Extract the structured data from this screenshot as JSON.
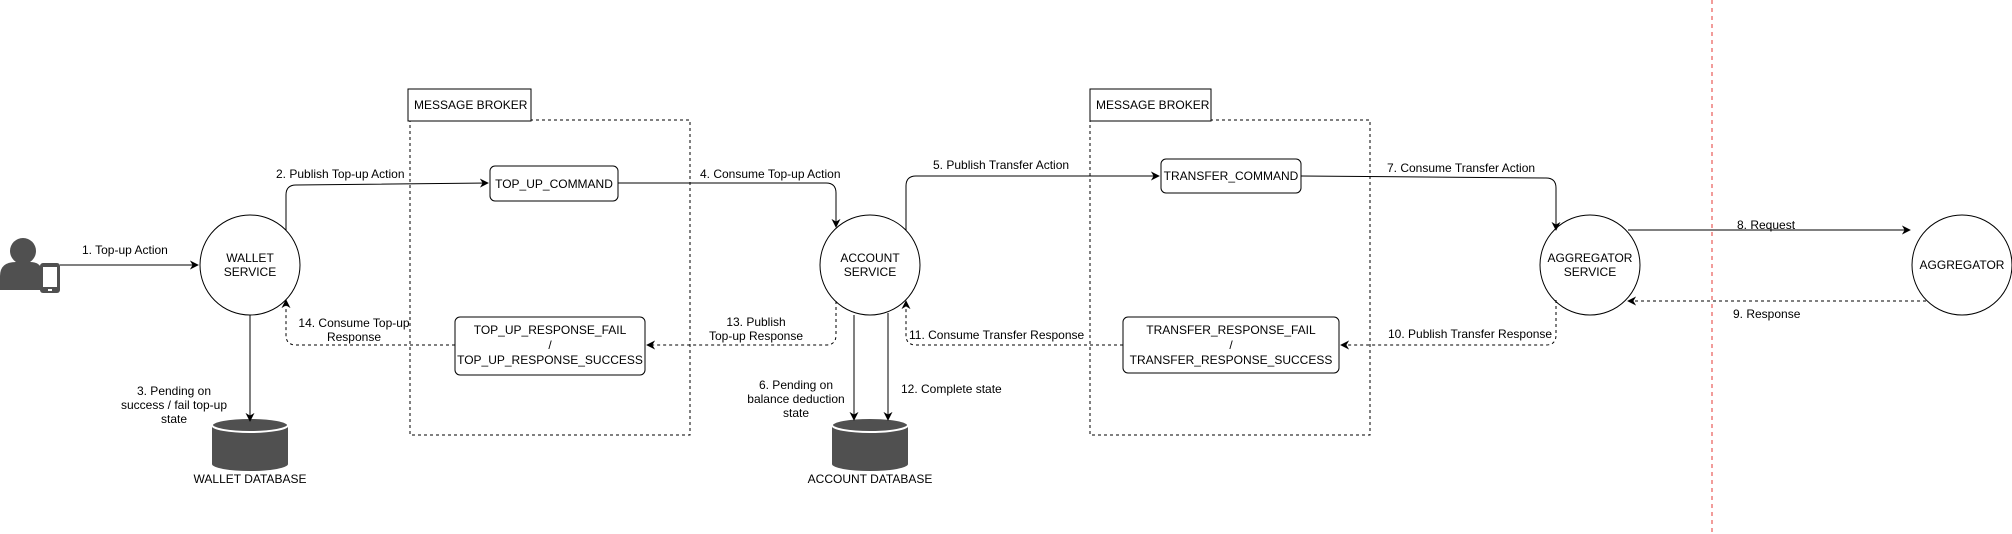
{
  "actor": {
    "icon": "user-with-phone-icon"
  },
  "brokers": [
    {
      "label": "MESSAGE BROKER"
    },
    {
      "label": "MESSAGE BROKER"
    }
  ],
  "queues": {
    "top_up_command": "TOP_UP_COMMAND",
    "top_up_response_fail": "TOP_UP_RESPONSE_FAIL",
    "top_up_response_sep": "/",
    "top_up_response_success": "TOP_UP_RESPONSE_SUCCESS",
    "transfer_command": "TRANSFER_COMMAND",
    "transfer_response_fail": "TRANSFER_RESPONSE_FAIL",
    "transfer_response_sep": "/",
    "transfer_response_success": "TRANSFER_RESPONSE_SUCCESS"
  },
  "services": {
    "wallet": [
      "WALLET",
      "SERVICE"
    ],
    "account": [
      "ACCOUNT",
      "SERVICE"
    ],
    "aggregator_service": [
      "AGGREGATOR",
      "SERVICE"
    ],
    "aggregator": [
      "AGGREGATOR"
    ]
  },
  "databases": {
    "wallet": "WALLET DATABASE",
    "account": "ACCOUNT DATABASE"
  },
  "edges": {
    "e1": [
      "1. Top-up Action"
    ],
    "e2": [
      "2. Publish Top-up Action"
    ],
    "e3": [
      "3. Pending on",
      "success / fail top-up",
      "state"
    ],
    "e4": [
      "4. Consume Top-up Action"
    ],
    "e5": [
      "5. Publish Transfer Action"
    ],
    "e6": [
      "6. Pending on",
      "balance deduction",
      "state"
    ],
    "e7": [
      "7. Consume Transfer Action"
    ],
    "e8": [
      "8. Request"
    ],
    "e9": [
      "9. Response"
    ],
    "e10": [
      "10. Publish Transfer Response"
    ],
    "e11": [
      "11. Consume Transfer Response"
    ],
    "e12": [
      "12. Complete state"
    ],
    "e13": [
      "13. Publish",
      "Top-up Response"
    ],
    "e14": [
      "14. Consume Top-up",
      "Response"
    ]
  },
  "colors": {
    "stroke": "#000000",
    "boundary": "#e53935",
    "icon_fill": "#505050",
    "background": "#ffffff"
  }
}
